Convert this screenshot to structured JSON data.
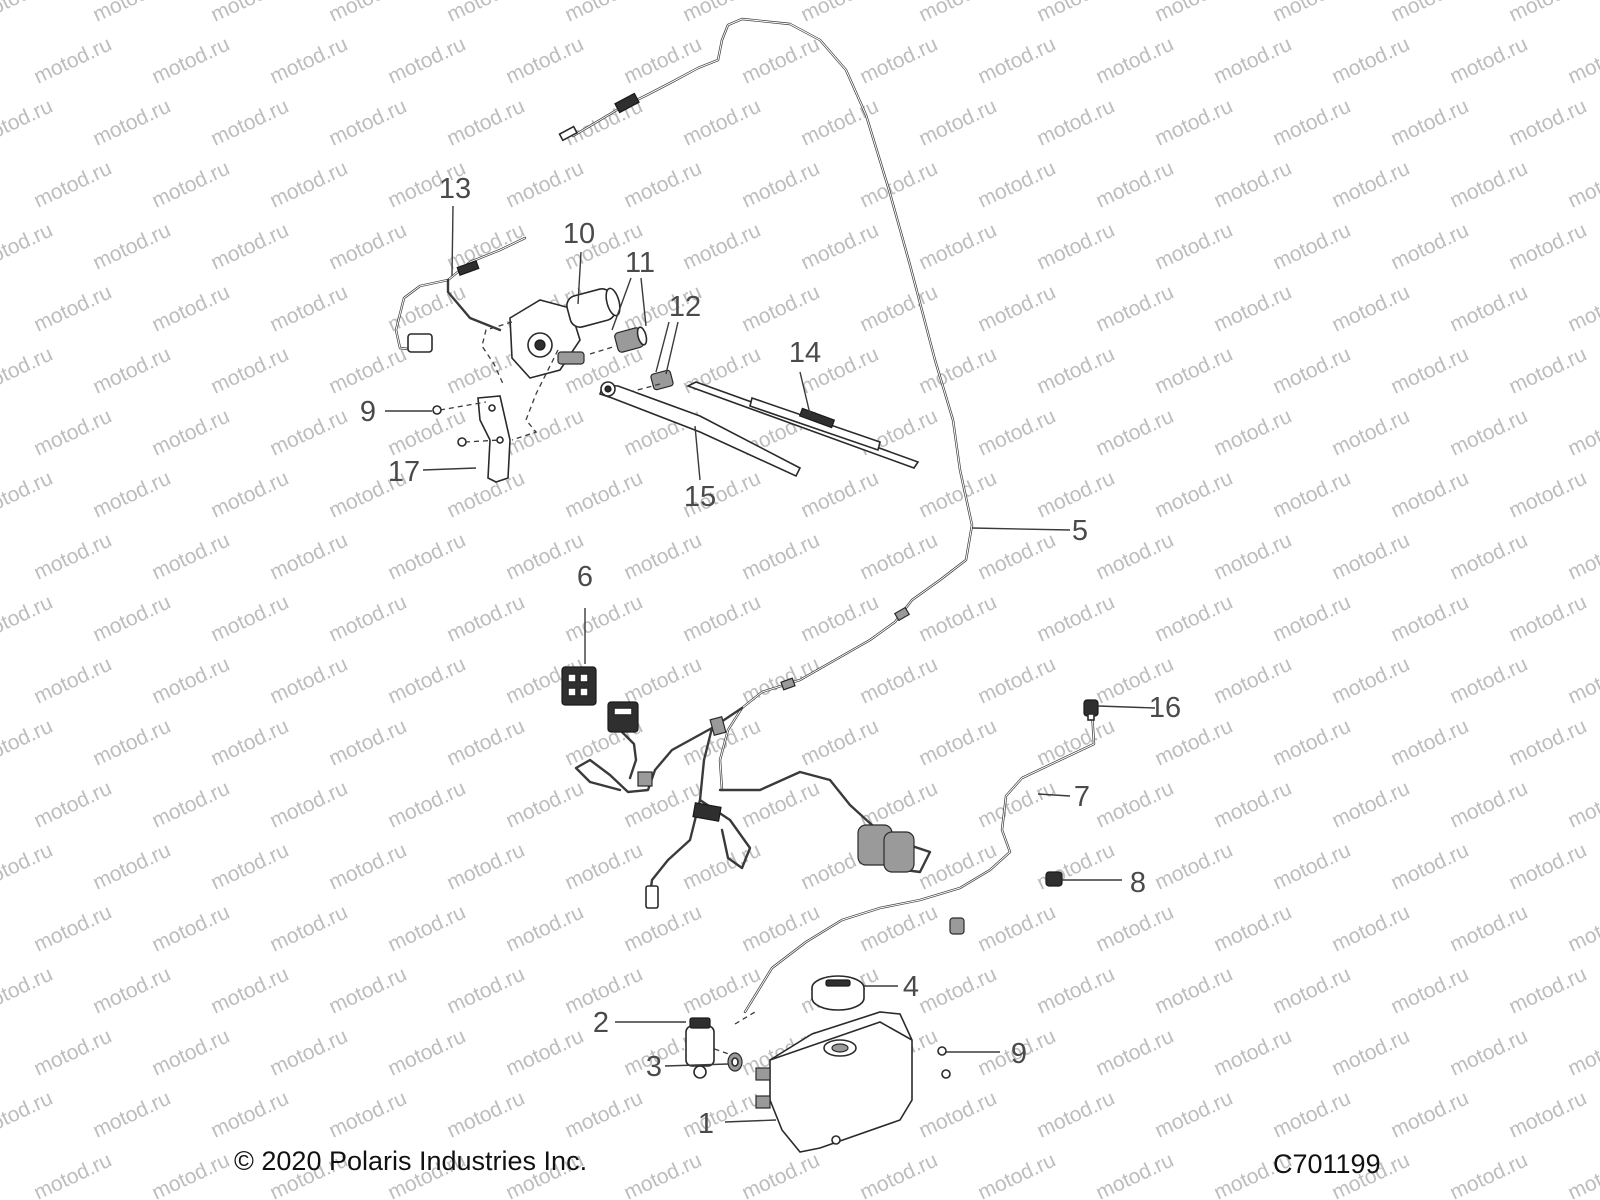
{
  "watermark": {
    "text": "motod.ru",
    "color": "#bdbdbd"
  },
  "footer": {
    "copyright": "© 2020 Polaris Industries Inc.",
    "figure_code": "C701199"
  },
  "callouts": [
    {
      "id": "1",
      "label": "1"
    },
    {
      "id": "2",
      "label": "2"
    },
    {
      "id": "3",
      "label": "3"
    },
    {
      "id": "4",
      "label": "4"
    },
    {
      "id": "5",
      "label": "5"
    },
    {
      "id": "6",
      "label": "6"
    },
    {
      "id": "7",
      "label": "7"
    },
    {
      "id": "8",
      "label": "8"
    },
    {
      "id": "9a",
      "label": "9"
    },
    {
      "id": "9b",
      "label": "9"
    },
    {
      "id": "10",
      "label": "10"
    },
    {
      "id": "11",
      "label": "11"
    },
    {
      "id": "12",
      "label": "12"
    },
    {
      "id": "13",
      "label": "13"
    },
    {
      "id": "14",
      "label": "14"
    },
    {
      "id": "15",
      "label": "15"
    },
    {
      "id": "16",
      "label": "16"
    },
    {
      "id": "17",
      "label": "17"
    }
  ]
}
